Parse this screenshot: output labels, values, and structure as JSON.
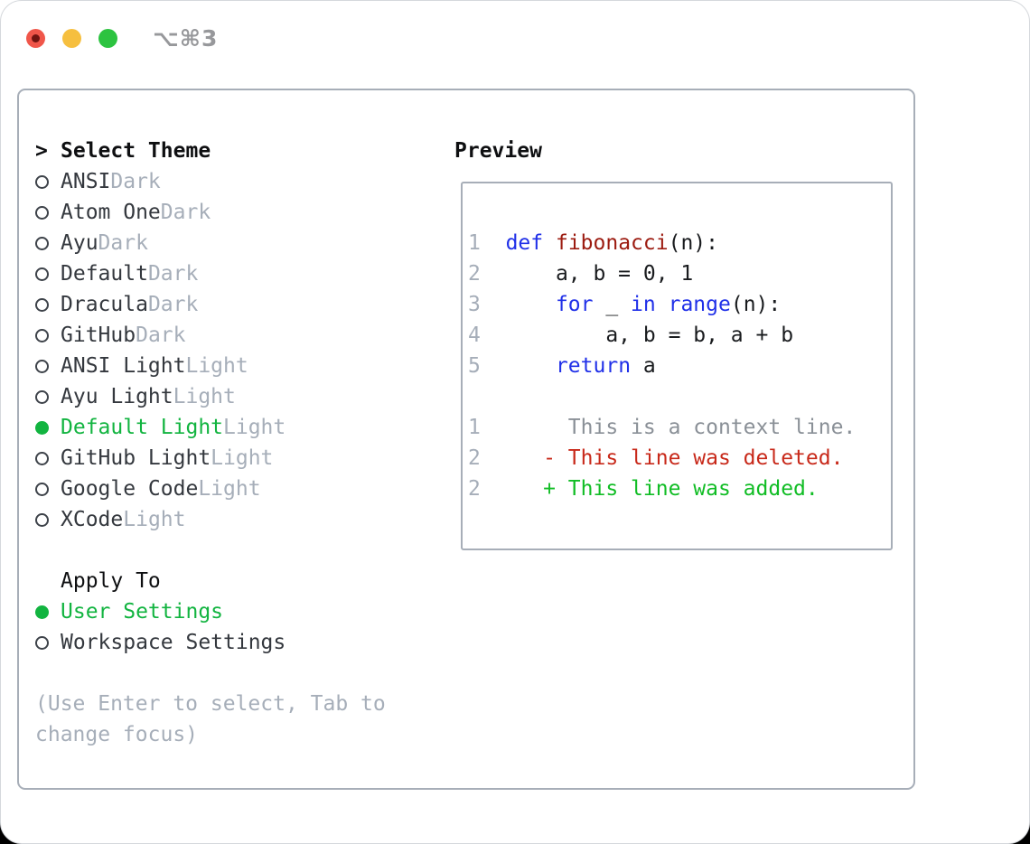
{
  "window": {
    "title": "⌥⌘3"
  },
  "theme_list": {
    "selector_marker": ">",
    "header": "Select Theme",
    "items": [
      {
        "name": "ANSI",
        "variant": "Dark",
        "selected": false
      },
      {
        "name": "Atom One",
        "variant": "Dark",
        "selected": false
      },
      {
        "name": "Ayu",
        "variant": "Dark",
        "selected": false
      },
      {
        "name": "Default",
        "variant": "Dark",
        "selected": false
      },
      {
        "name": "Dracula",
        "variant": "Dark",
        "selected": false
      },
      {
        "name": "GitHub",
        "variant": "Dark",
        "selected": false
      },
      {
        "name": "ANSI Light",
        "variant": "Light",
        "selected": false
      },
      {
        "name": "Ayu Light",
        "variant": "Light",
        "selected": false
      },
      {
        "name": "Default Light",
        "variant": "Light",
        "selected": true
      },
      {
        "name": "GitHub Light",
        "variant": "Light",
        "selected": false
      },
      {
        "name": "Google Code",
        "variant": "Light",
        "selected": false
      },
      {
        "name": "XCode",
        "variant": "Light",
        "selected": false
      }
    ]
  },
  "apply_to": {
    "header": "Apply To",
    "options": [
      {
        "label": "User Settings",
        "selected": true
      },
      {
        "label": "Workspace Settings",
        "selected": false
      }
    ]
  },
  "hint": "(Use Enter to select, Tab to change focus)",
  "preview": {
    "header": "Preview",
    "lines": [
      {
        "num": "1",
        "tokens": [
          {
            "c": "pl",
            "t": "  "
          },
          {
            "c": "kw",
            "t": "def"
          },
          {
            "c": "pl",
            "t": " "
          },
          {
            "c": "fn",
            "t": "fibonacci"
          },
          {
            "c": "pl",
            "t": "(n):"
          }
        ]
      },
      {
        "num": "2",
        "tokens": [
          {
            "c": "pl",
            "t": "      a, b = 0, 1"
          }
        ]
      },
      {
        "num": "3",
        "tokens": [
          {
            "c": "pl",
            "t": "      "
          },
          {
            "c": "kw",
            "t": "for"
          },
          {
            "c": "pl",
            "t": " _ "
          },
          {
            "c": "kw",
            "t": "in"
          },
          {
            "c": "pl",
            "t": " "
          },
          {
            "c": "kw",
            "t": "range"
          },
          {
            "c": "pl",
            "t": "(n):"
          }
        ]
      },
      {
        "num": "4",
        "tokens": [
          {
            "c": "pl",
            "t": "          a, b = b, a + b"
          }
        ]
      },
      {
        "num": "5",
        "tokens": [
          {
            "c": "pl",
            "t": "      "
          },
          {
            "c": "kw",
            "t": "return"
          },
          {
            "c": "pl",
            "t": " a"
          }
        ]
      },
      {
        "num": "",
        "tokens": []
      },
      {
        "num": "1",
        "tokens": [
          {
            "c": "ctx",
            "t": "       This is a context line."
          }
        ]
      },
      {
        "num": "2",
        "tokens": [
          {
            "c": "del",
            "t": "     - This line was deleted."
          }
        ]
      },
      {
        "num": "2",
        "tokens": [
          {
            "c": "add",
            "t": "     + This line was added."
          }
        ]
      }
    ]
  },
  "colors": {
    "accent_green": "#12b440",
    "keyword_blue": "#2030e8",
    "function_red": "#9c1b10",
    "deleted_red": "#c8291a",
    "added_green": "#11bd25",
    "muted_gray": "#a6aeb9",
    "context_gray": "#8a9097",
    "panel_border": "#a7aeb8"
  }
}
